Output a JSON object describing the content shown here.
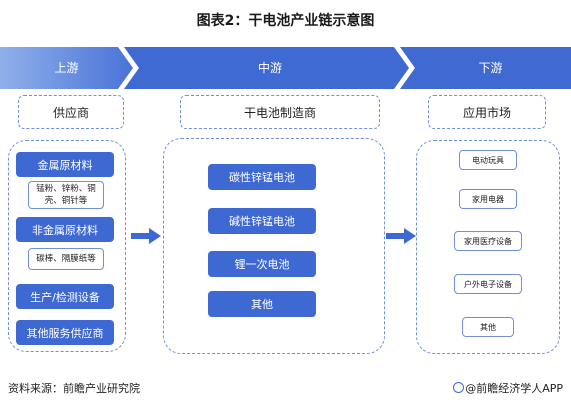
{
  "title": "图表2：干电池产业链示意图",
  "stages": [
    "上游",
    "中游",
    "下游"
  ],
  "upstream": {
    "header": "供应商",
    "items": [
      {
        "label": "金属原材料",
        "sub": "锰粉、锌粉、铜\n壳、铜针等"
      },
      {
        "label": "非金属原材料",
        "sub": "碳棒、隔膜纸等"
      },
      {
        "label": "生产/检测设备"
      },
      {
        "label": "其他服务供应商"
      }
    ]
  },
  "midstream": {
    "header": "干电池制造商",
    "items": [
      "碳性锌锰电池",
      "碱性锌锰电池",
      "锂一次电池",
      "其他"
    ]
  },
  "downstream": {
    "header": "应用市场",
    "items": [
      "电动玩具",
      "家用电器",
      "家用医疗设备",
      "户外电子设备",
      "其他"
    ]
  },
  "footer": {
    "source": "资料来源：前瞻产业研究院",
    "brand": "@前瞻经济学人APP"
  },
  "colors": {
    "accent": "#3e69d3",
    "band_light": "#6e93de",
    "band_dark": "#3f6ad4",
    "dashed": "#6f90d6"
  }
}
